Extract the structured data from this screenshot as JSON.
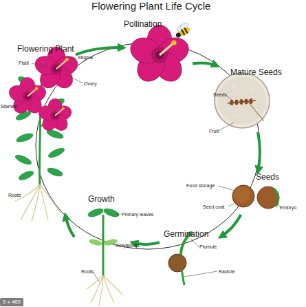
{
  "diagram": {
    "title": "Flowering Plant Life Cycle",
    "nodes": [
      {
        "text": [
          "Flowering Plant"
        ]
      },
      {
        "text": [
          "Pollination"
        ]
      },
      {
        "text": [
          "Mature Seeds"
        ]
      },
      {
        "text": [
          "Seeds"
        ]
      },
      {
        "text": [
          "Germination"
        ]
      },
      {
        "text": [
          "Growth"
        ]
      }
    ],
    "edges": [
      {
        "from": 0,
        "to": 1,
        "arrow": "to"
      },
      {
        "from": 1,
        "to": 2,
        "arrow": "to"
      },
      {
        "from": 2,
        "to": 3,
        "arrow": "to"
      },
      {
        "from": 3,
        "to": 4,
        "arrow": "to"
      },
      {
        "from": 4,
        "to": 5,
        "arrow": "to"
      },
      {
        "from": 5,
        "to": 0,
        "arrow": "to"
      }
    ],
    "labels": [
      "Stigma",
      "Pistil",
      "Ovary",
      "Stamen",
      "Roots",
      "Seeds",
      "Fruit",
      "Food storage",
      "Seed coat",
      "Embryo",
      "Plumule",
      "Radicle",
      "Primary leaves",
      "Cotyledons",
      "Roots",
      "5 x 465"
    ]
  }
}
